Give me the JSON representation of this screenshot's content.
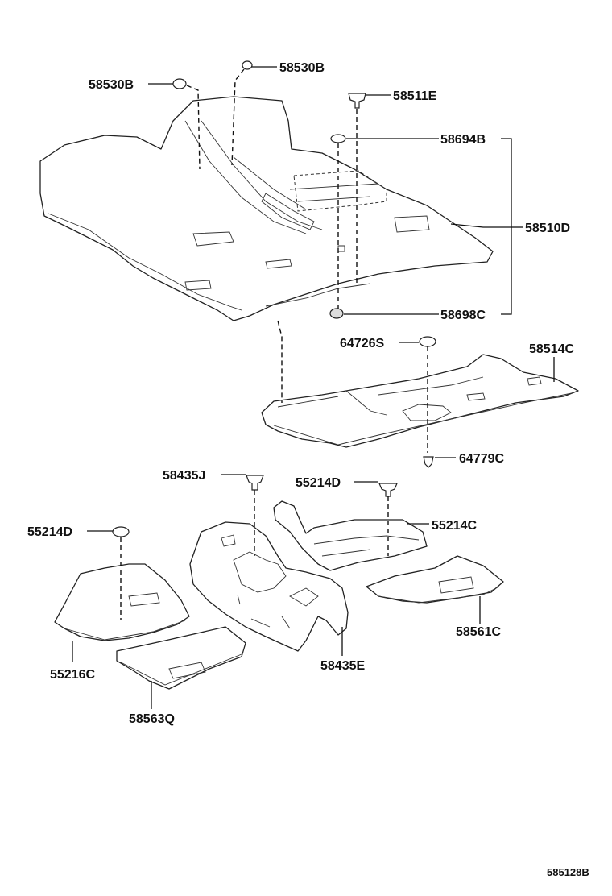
{
  "diagram": {
    "labels": {
      "p58530B_a": "58530B",
      "p58530B_b": "58530B",
      "p58511E": "58511E",
      "p58694B": "58694B",
      "p58510D": "58510D",
      "p58698C": "58698C",
      "p64726S": "64726S",
      "p58514C": "58514C",
      "p64779C": "64779C",
      "p58435J": "58435J",
      "p55214D_a": "55214D",
      "p55214D_b": "55214D",
      "p55214C": "55214C",
      "p58561C": "58561C",
      "p55216C": "55216C",
      "p58435E": "58435E",
      "p58563Q": "58563Q"
    },
    "illustration_id": "585128B"
  }
}
